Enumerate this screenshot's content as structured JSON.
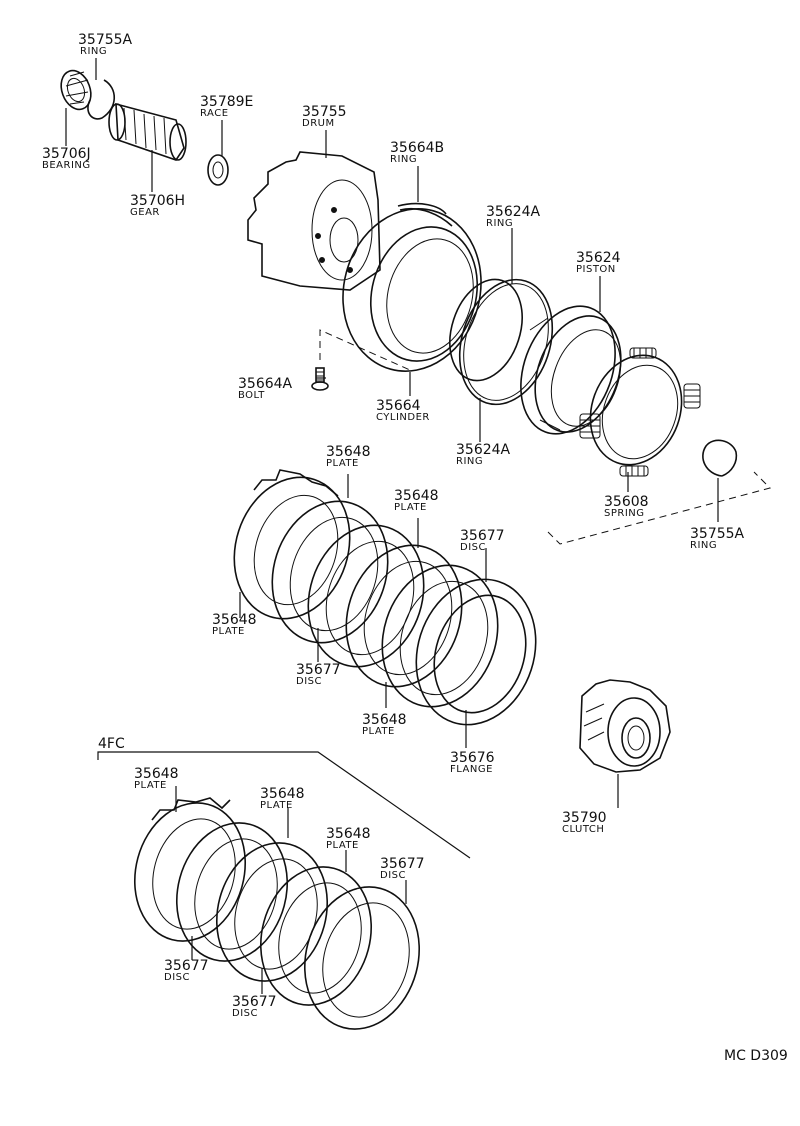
{
  "labels": {
    "ring_35755a_top": {
      "number": "35755A",
      "name": "RING"
    },
    "bearing_35706j": {
      "number": "35706J",
      "name": "BEARING"
    },
    "gear_35706h": {
      "number": "35706H",
      "name": "GEAR"
    },
    "race_35789e": {
      "number": "35789E",
      "name": "RACE"
    },
    "drum_35755": {
      "number": "35755",
      "name": "DRUM"
    },
    "ring_35664b": {
      "number": "35664B",
      "name": "RING"
    },
    "ring_35624a_top": {
      "number": "35624A",
      "name": "RING"
    },
    "piston_35624": {
      "number": "35624",
      "name": "PISTON"
    },
    "bolt_35664a": {
      "number": "35664A",
      "name": "BOLT"
    },
    "cylinder_35664": {
      "number": "35664",
      "name": "CYLINDER"
    },
    "ring_35624a_bottom": {
      "number": "35624A",
      "name": "RING"
    },
    "spring_35608": {
      "number": "35608",
      "name": "SPRING"
    },
    "ring_35755a_bottom": {
      "number": "35755A",
      "name": "RING"
    },
    "plate_35648_a": {
      "number": "35648",
      "name": "PLATE"
    },
    "plate_35648_b": {
      "number": "35648",
      "name": "PLATE"
    },
    "disc_35677_a": {
      "number": "35677",
      "name": "DISC"
    },
    "plate_35648_c": {
      "number": "35648",
      "name": "PLATE"
    },
    "disc_35677_b": {
      "number": "35677",
      "name": "DISC"
    },
    "plate_35648_d": {
      "number": "35648",
      "name": "PLATE"
    },
    "flange_35676": {
      "number": "35676",
      "name": "FLANGE"
    },
    "clutch_35790": {
      "number": "35790",
      "name": "CLUTCH"
    },
    "plate_4fc_a": {
      "number": "35648",
      "name": "PLATE"
    },
    "plate_4fc_b": {
      "number": "35648",
      "name": "PLATE"
    },
    "plate_4fc_c": {
      "number": "35648",
      "name": "PLATE"
    },
    "disc_4fc_a": {
      "number": "35677",
      "name": "DISC"
    },
    "disc_4fc_b": {
      "number": "35677",
      "name": "DISC"
    },
    "disc_4fc_c": {
      "number": "35677",
      "name": "DISC"
    }
  },
  "group_label": "4FC",
  "diagram_code": "MC D309"
}
